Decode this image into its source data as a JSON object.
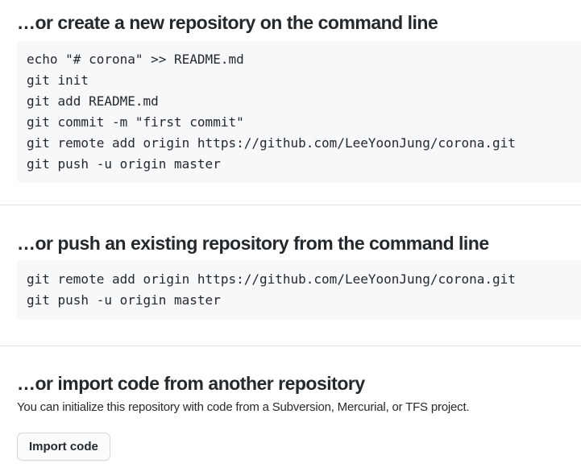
{
  "sections": [
    {
      "heading": "…or create a new repository on the command line",
      "code_lines": [
        "echo \"# corona\" >> README.md",
        "git init",
        "git add README.md",
        "git commit -m \"first commit\"",
        "git remote add origin https://github.com/LeeYoonJung/corona.git",
        "git push -u origin master"
      ]
    },
    {
      "heading": "…or push an existing repository from the command line",
      "code_lines": [
        "git remote add origin https://github.com/LeeYoonJung/corona.git",
        "git push -u origin master"
      ]
    },
    {
      "heading": "…or import code from another repository",
      "description": "You can initialize this repository with code from a Subversion, Mercurial, or TFS project.",
      "import_button_label": "Import code"
    }
  ],
  "colors": {
    "page_background": "#ffffff",
    "text": "#24292e",
    "code_block_background": "#f6f8fa",
    "divider": "#e1e4e8",
    "button_background": "#fafbfc",
    "button_border": "#d5d9de"
  }
}
